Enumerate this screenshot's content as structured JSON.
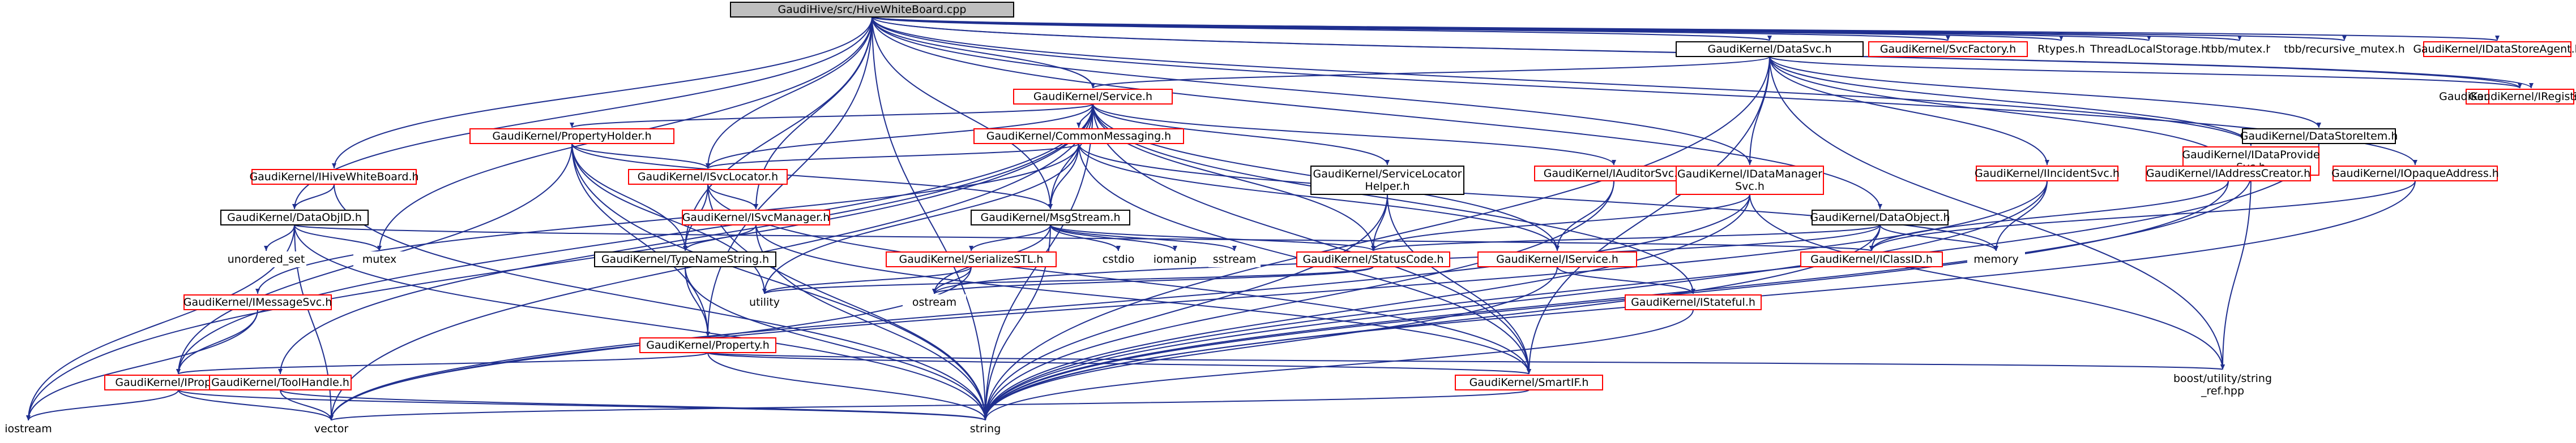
{
  "diagram": {
    "nodes": [
      {
        "id": "root",
        "lines": [
          "GaudiHive/src/HiveWhiteBoard.cpp"
        ],
        "style": "root"
      },
      {
        "id": "n1",
        "lines": [
          "GaudiKernel/DataSvc.h"
        ],
        "style": "black"
      },
      {
        "id": "n2",
        "lines": [
          "GaudiKernel/SvcFactory.h"
        ],
        "style": "red"
      },
      {
        "id": "n3",
        "lines": [
          "Rtypes.h"
        ],
        "style": "none"
      },
      {
        "id": "n4",
        "lines": [
          "ThreadLocalStorage.h"
        ],
        "style": "none"
      },
      {
        "id": "n5",
        "lines": [
          "tbb/mutex.h"
        ],
        "style": "none"
      },
      {
        "id": "n6",
        "lines": [
          "tbb/recursive_mutex.h"
        ],
        "style": "none"
      },
      {
        "id": "n7",
        "lines": [
          "GaudiKernel/IDataStoreAgent.h"
        ],
        "style": "red"
      },
      {
        "id": "n8",
        "lines": [
          "GaudiKernel/Service.h"
        ],
        "style": "red"
      },
      {
        "id": "n9",
        "lines": [
          "GaudiKernel/IConversionSvc.h"
        ],
        "style": "red"
      },
      {
        "id": "n10",
        "lines": [
          "GaudiKernel/IRegistry.h"
        ],
        "style": "red"
      },
      {
        "id": "n11",
        "lines": [
          "GaudiKernel/PropertyHolder.h"
        ],
        "style": "red"
      },
      {
        "id": "n12",
        "lines": [
          "GaudiKernel/CommonMessaging.h"
        ],
        "style": "red"
      },
      {
        "id": "n13",
        "lines": [
          "GaudiKernel/DataStoreItem.h"
        ],
        "style": "black"
      },
      {
        "id": "n14",
        "lines": [
          "GaudiKernel/IDataProvide",
          "Svc.h"
        ],
        "style": "red"
      },
      {
        "id": "n15",
        "lines": [
          "GaudiKernel/IHiveWhiteBoard.h"
        ],
        "style": "red"
      },
      {
        "id": "n16",
        "lines": [
          "GaudiKernel/ISvcLocator.h"
        ],
        "style": "red"
      },
      {
        "id": "n17",
        "lines": [
          "GaudiKernel/ServiceLocator",
          "Helper.h"
        ],
        "style": "black"
      },
      {
        "id": "n18",
        "lines": [
          "GaudiKernel/IAuditorSvc.h"
        ],
        "style": "red"
      },
      {
        "id": "n19",
        "lines": [
          "GaudiKernel/IDataManager",
          "Svc.h"
        ],
        "style": "red"
      },
      {
        "id": "n20",
        "lines": [
          "GaudiKernel/IIncidentSvc.h"
        ],
        "style": "red"
      },
      {
        "id": "n21",
        "lines": [
          "GaudiKernel/IAddressCreator.h"
        ],
        "style": "red"
      },
      {
        "id": "n22",
        "lines": [
          "GaudiKernel/IOpaqueAddress.h"
        ],
        "style": "red"
      },
      {
        "id": "n23",
        "lines": [
          "GaudiKernel/DataObjID.h"
        ],
        "style": "black"
      },
      {
        "id": "n24",
        "lines": [
          "GaudiKernel/ISvcManager.h"
        ],
        "style": "red"
      },
      {
        "id": "n25",
        "lines": [
          "GaudiKernel/MsgStream.h"
        ],
        "style": "black"
      },
      {
        "id": "n26",
        "lines": [
          "GaudiKernel/DataObject.h"
        ],
        "style": "black"
      },
      {
        "id": "n27",
        "lines": [
          "unordered_set"
        ],
        "style": "none"
      },
      {
        "id": "n28",
        "lines": [
          "mutex"
        ],
        "style": "none"
      },
      {
        "id": "n29",
        "lines": [
          "GaudiKernel/TypeNameString.h"
        ],
        "style": "black"
      },
      {
        "id": "n30",
        "lines": [
          "GaudiKernel/SerializeSTL.h"
        ],
        "style": "red"
      },
      {
        "id": "n31",
        "lines": [
          "cstdio"
        ],
        "style": "none"
      },
      {
        "id": "n32",
        "lines": [
          "iomanip"
        ],
        "style": "none"
      },
      {
        "id": "n33",
        "lines": [
          "sstream"
        ],
        "style": "none"
      },
      {
        "id": "n34",
        "lines": [
          "GaudiKernel/StatusCode.h"
        ],
        "style": "red"
      },
      {
        "id": "n35",
        "lines": [
          "GaudiKernel/IService.h"
        ],
        "style": "red"
      },
      {
        "id": "n36",
        "lines": [
          "GaudiKernel/IClassID.h"
        ],
        "style": "red"
      },
      {
        "id": "n37",
        "lines": [
          "memory"
        ],
        "style": "none"
      },
      {
        "id": "n38",
        "lines": [
          "GaudiKernel/IMessageSvc.h"
        ],
        "style": "red"
      },
      {
        "id": "n39",
        "lines": [
          "utility"
        ],
        "style": "none"
      },
      {
        "id": "n40",
        "lines": [
          "ostream"
        ],
        "style": "none"
      },
      {
        "id": "n41",
        "lines": [
          "GaudiKernel/IStateful.h"
        ],
        "style": "red"
      },
      {
        "id": "n42",
        "lines": [
          "GaudiKernel/Property.h"
        ],
        "style": "red"
      },
      {
        "id": "n43",
        "lines": [
          "GaudiKernel/IProperty.h"
        ],
        "style": "red"
      },
      {
        "id": "n44",
        "lines": [
          "GaudiKernel/ToolHandle.h"
        ],
        "style": "red"
      },
      {
        "id": "n45",
        "lines": [
          "GaudiKernel/SmartIF.h"
        ],
        "style": "red"
      },
      {
        "id": "n46",
        "lines": [
          "boost/utility/string",
          "_ref.hpp"
        ],
        "style": "none"
      },
      {
        "id": "n47",
        "lines": [
          "iostream"
        ],
        "style": "none"
      },
      {
        "id": "n48",
        "lines": [
          "vector"
        ],
        "style": "none"
      },
      {
        "id": "n49",
        "lines": [
          "string"
        ],
        "style": "none"
      }
    ],
    "edges": [
      [
        "root",
        "n1"
      ],
      [
        "root",
        "n2"
      ],
      [
        "root",
        "n3"
      ],
      [
        "root",
        "n4"
      ],
      [
        "root",
        "n5"
      ],
      [
        "root",
        "n6"
      ],
      [
        "root",
        "n7"
      ],
      [
        "root",
        "n8"
      ],
      [
        "root",
        "n9"
      ],
      [
        "root",
        "n10"
      ],
      [
        "root",
        "n14"
      ],
      [
        "root",
        "n15"
      ],
      [
        "root",
        "n16"
      ],
      [
        "root",
        "n19"
      ],
      [
        "root",
        "n22"
      ],
      [
        "root",
        "n23"
      ],
      [
        "root",
        "n24"
      ],
      [
        "root",
        "n25"
      ],
      [
        "root",
        "n26"
      ],
      [
        "root",
        "n28"
      ],
      [
        "root",
        "n29"
      ],
      [
        "root",
        "n42"
      ],
      [
        "root",
        "n49"
      ],
      [
        "n1",
        "n8"
      ],
      [
        "n1",
        "n9"
      ],
      [
        "n1",
        "n13"
      ],
      [
        "n1",
        "n14"
      ],
      [
        "n1",
        "n19"
      ],
      [
        "n1",
        "n20"
      ],
      [
        "n1",
        "n21"
      ],
      [
        "n1",
        "n45"
      ],
      [
        "n1",
        "n46"
      ],
      [
        "n1",
        "n49"
      ],
      [
        "n8",
        "n11"
      ],
      [
        "n8",
        "n12"
      ],
      [
        "n8",
        "n16"
      ],
      [
        "n8",
        "n17"
      ],
      [
        "n8",
        "n18"
      ],
      [
        "n8",
        "n25"
      ],
      [
        "n8",
        "n34"
      ],
      [
        "n8",
        "n35"
      ],
      [
        "n8",
        "n41"
      ],
      [
        "n8",
        "n45"
      ],
      [
        "n8",
        "n47"
      ],
      [
        "n8",
        "n48"
      ],
      [
        "n8",
        "n43"
      ],
      [
        "n8",
        "n44"
      ],
      [
        "n8",
        "n49"
      ],
      [
        "n11",
        "n16"
      ],
      [
        "n11",
        "n25"
      ],
      [
        "n11",
        "n42"
      ],
      [
        "n11",
        "n43"
      ],
      [
        "n11",
        "n29"
      ],
      [
        "n11",
        "n39"
      ],
      [
        "n11",
        "n49"
      ],
      [
        "n12",
        "n16"
      ],
      [
        "n12",
        "n25"
      ],
      [
        "n12",
        "n38"
      ],
      [
        "n12",
        "n45"
      ],
      [
        "n12",
        "n37"
      ],
      [
        "n12",
        "n39"
      ],
      [
        "n12",
        "n35"
      ],
      [
        "n13",
        "n49"
      ],
      [
        "n14",
        "n46"
      ],
      [
        "n14",
        "n49"
      ],
      [
        "n15",
        "n23"
      ],
      [
        "n15",
        "n49"
      ],
      [
        "n16",
        "n24"
      ],
      [
        "n16",
        "n29"
      ],
      [
        "n16",
        "n45"
      ],
      [
        "n16",
        "n49"
      ],
      [
        "n17",
        "n34"
      ],
      [
        "n17",
        "n45"
      ],
      [
        "n17",
        "n49"
      ],
      [
        "n18",
        "n35"
      ],
      [
        "n18",
        "n49"
      ],
      [
        "n19",
        "n34"
      ],
      [
        "n19",
        "n46"
      ],
      [
        "n19",
        "n49"
      ],
      [
        "n19",
        "n48"
      ],
      [
        "n20",
        "n37"
      ],
      [
        "n20",
        "n48"
      ],
      [
        "n20",
        "n49"
      ],
      [
        "n21",
        "n36"
      ],
      [
        "n21",
        "n49"
      ],
      [
        "n22",
        "n36"
      ],
      [
        "n22",
        "n49"
      ],
      [
        "n23",
        "n27"
      ],
      [
        "n23",
        "n28"
      ],
      [
        "n23",
        "n47"
      ],
      [
        "n23",
        "n48"
      ],
      [
        "n23",
        "n49"
      ],
      [
        "n23",
        "n36"
      ],
      [
        "n24",
        "n29"
      ],
      [
        "n24",
        "n45"
      ],
      [
        "n24",
        "n49"
      ],
      [
        "n25",
        "n30"
      ],
      [
        "n25",
        "n31"
      ],
      [
        "n25",
        "n32"
      ],
      [
        "n25",
        "n33"
      ],
      [
        "n25",
        "n40"
      ],
      [
        "n25",
        "n34"
      ],
      [
        "n25",
        "n49"
      ],
      [
        "n26",
        "n34"
      ],
      [
        "n26",
        "n36"
      ],
      [
        "n26",
        "n37"
      ],
      [
        "n26",
        "n49"
      ],
      [
        "n26",
        "n40"
      ],
      [
        "n29",
        "n42"
      ],
      [
        "n29",
        "n49"
      ],
      [
        "n30",
        "n40"
      ],
      [
        "n30",
        "n48"
      ],
      [
        "n30",
        "n39"
      ],
      [
        "n34",
        "n40"
      ],
      [
        "n34",
        "n39"
      ],
      [
        "n35",
        "n41"
      ],
      [
        "n35",
        "n49"
      ],
      [
        "n38",
        "n43"
      ],
      [
        "n38",
        "n47"
      ],
      [
        "n41",
        "n49"
      ],
      [
        "n42",
        "n43"
      ],
      [
        "n42",
        "n45"
      ],
      [
        "n42",
        "n46"
      ],
      [
        "n42",
        "n49"
      ],
      [
        "n43",
        "n47"
      ],
      [
        "n43",
        "n48"
      ],
      [
        "n43",
        "n49"
      ],
      [
        "n44",
        "n48"
      ],
      [
        "n44",
        "n49"
      ],
      [
        "n45",
        "n48"
      ]
    ]
  }
}
